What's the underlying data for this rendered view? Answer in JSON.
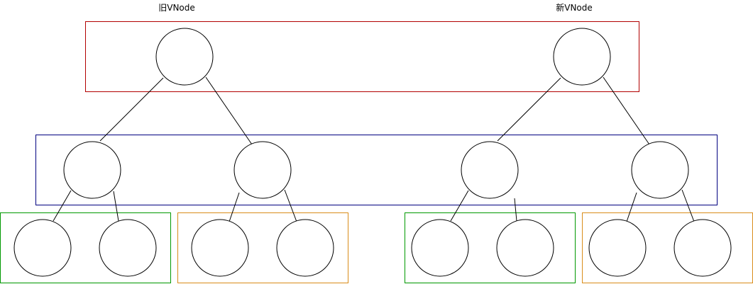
{
  "titles": {
    "old_tree": "旧VNode",
    "new_tree": "新VNode"
  },
  "colors": {
    "root_level_box": "#b20000",
    "child_level_box": "#000080",
    "grandchild_left_box": "#009900",
    "grandchild_right_box": "#d98c1a",
    "node_stroke": "#000000",
    "node_fill": "#ffffff"
  },
  "trees": [
    {
      "name": "old-vnode",
      "levels": [
        1,
        2,
        4
      ]
    },
    {
      "name": "new-vnode",
      "levels": [
        1,
        2,
        4
      ]
    }
  ]
}
